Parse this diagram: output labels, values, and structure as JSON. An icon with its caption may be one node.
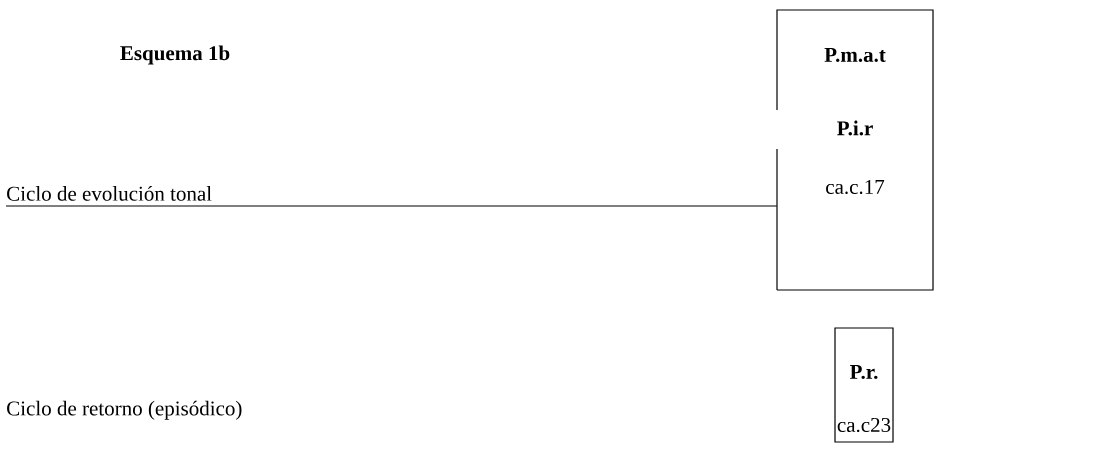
{
  "diagram": {
    "title": "Esquema 1b",
    "nodes": [
      {
        "text": [
          "**P.m.a.t**",
          "**P.i.r**",
          "ca.c.17"
        ]
      },
      {
        "text": [
          "Ciclo de evolución tonal"
        ]
      },
      {
        "text": [
          "**P.r.**",
          "ca.c23"
        ]
      },
      {
        "text": [
          "Ciclo de retorno (episódico)"
        ]
      }
    ],
    "edges": [
      {
        "from": 1,
        "to": 0,
        "arrow": "none"
      }
    ]
  }
}
